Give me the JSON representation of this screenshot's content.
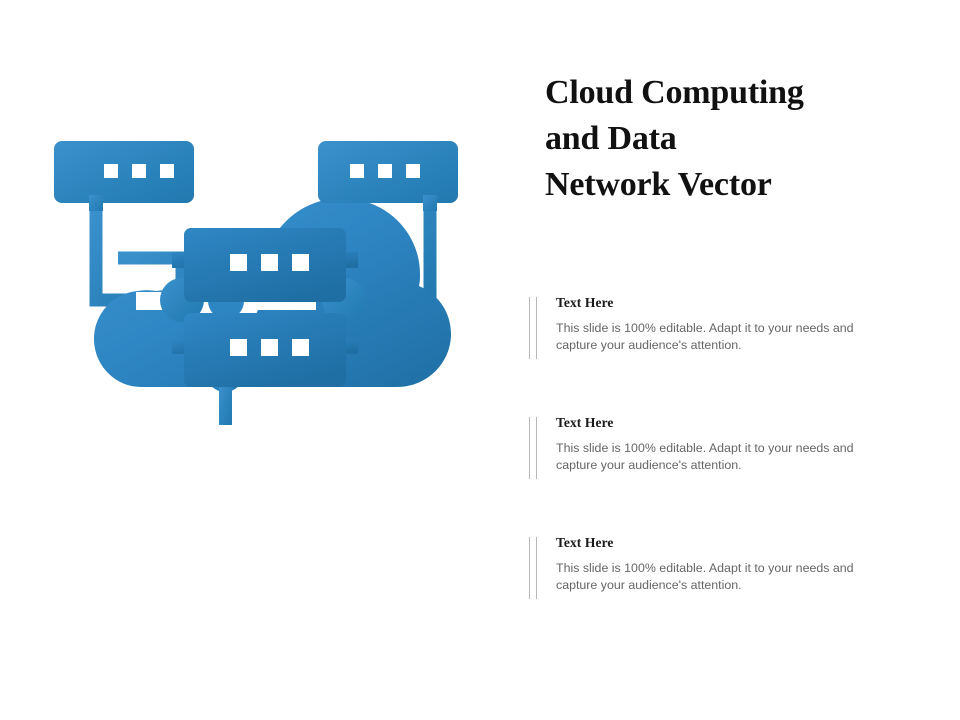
{
  "slide": {
    "background_color": "#ffffff",
    "accent_color": "#2980b9",
    "accent_color_light": "#3a91cc",
    "accent_color_dark": "#1f6fa5",
    "rule_color": "#b9b9b9",
    "heading_color": "#1a1a1a",
    "body_color": "#666666"
  },
  "title": {
    "full": "Cloud Computing and Data Network Vector",
    "line1": "Cloud Computing",
    "line2": "and Data",
    "line3": "Network Vector"
  },
  "graphic": {
    "name": "cloud-computing-network-diagram",
    "description": "Cloud icon connected by lines to three server units",
    "elements": [
      "cloud-shape",
      "cloud-network-node-icon",
      "center-connector-circle",
      "left-server-box",
      "right-server-box",
      "center-server-unit",
      "left-connector-circle",
      "right-connector-circle"
    ],
    "gradient_from": "#3a91cc",
    "gradient_to": "#1f6fa5"
  },
  "blocks": [
    {
      "heading": "Text Here",
      "body": "This slide is 100% editable. Adapt it to your needs and capture your audience's attention."
    },
    {
      "heading": "Text Here",
      "body": "This slide is 100% editable. Adapt it to your needs and capture your audience's attention."
    },
    {
      "heading": "Text Here",
      "body": "This slide is 100% editable. Adapt it to your needs and capture your audience's attention."
    }
  ]
}
